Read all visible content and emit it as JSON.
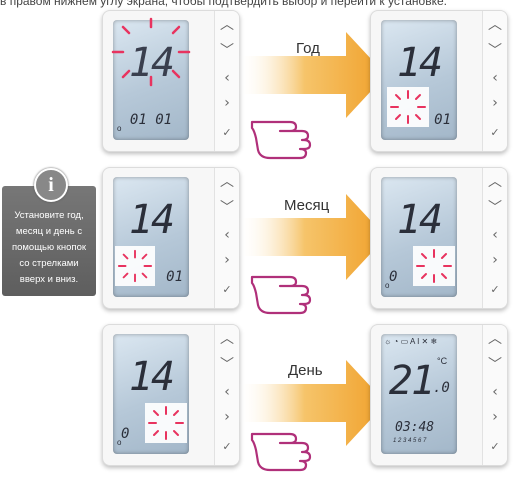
{
  "top_caption": "в правом нижнем углу экрана, чтобы подтвердить выбор и перейти к установке.",
  "info": {
    "icon": "info-icon",
    "text": "Установите год, месяц и день с помощью кнопок со стрелками вверх и вниз."
  },
  "steps": [
    {
      "label": "Год",
      "before_big": "14",
      "before_small": "01 01",
      "after_big": "14",
      "after_small": "01"
    },
    {
      "label": "Месяц",
      "before_big": "14",
      "before_small": "01",
      "after_big": "14",
      "after_small": "0"
    },
    {
      "label": "День",
      "before_big": "14",
      "before_small": "0",
      "after_big": "21",
      "after_decimal": ".0",
      "after_unit": "°C",
      "after_time": "03:48",
      "after_days": "1 2 3 4 5 6 7"
    }
  ],
  "colors": {
    "arrow": "#f2a531",
    "hand": "#b0307a",
    "burst": "#e8335f"
  },
  "device_buttons": [
    "chevron-up-icon",
    "chevron-down-icon",
    "chevron-left-icon",
    "chevron-right-icon",
    "checkmark-icon"
  ]
}
